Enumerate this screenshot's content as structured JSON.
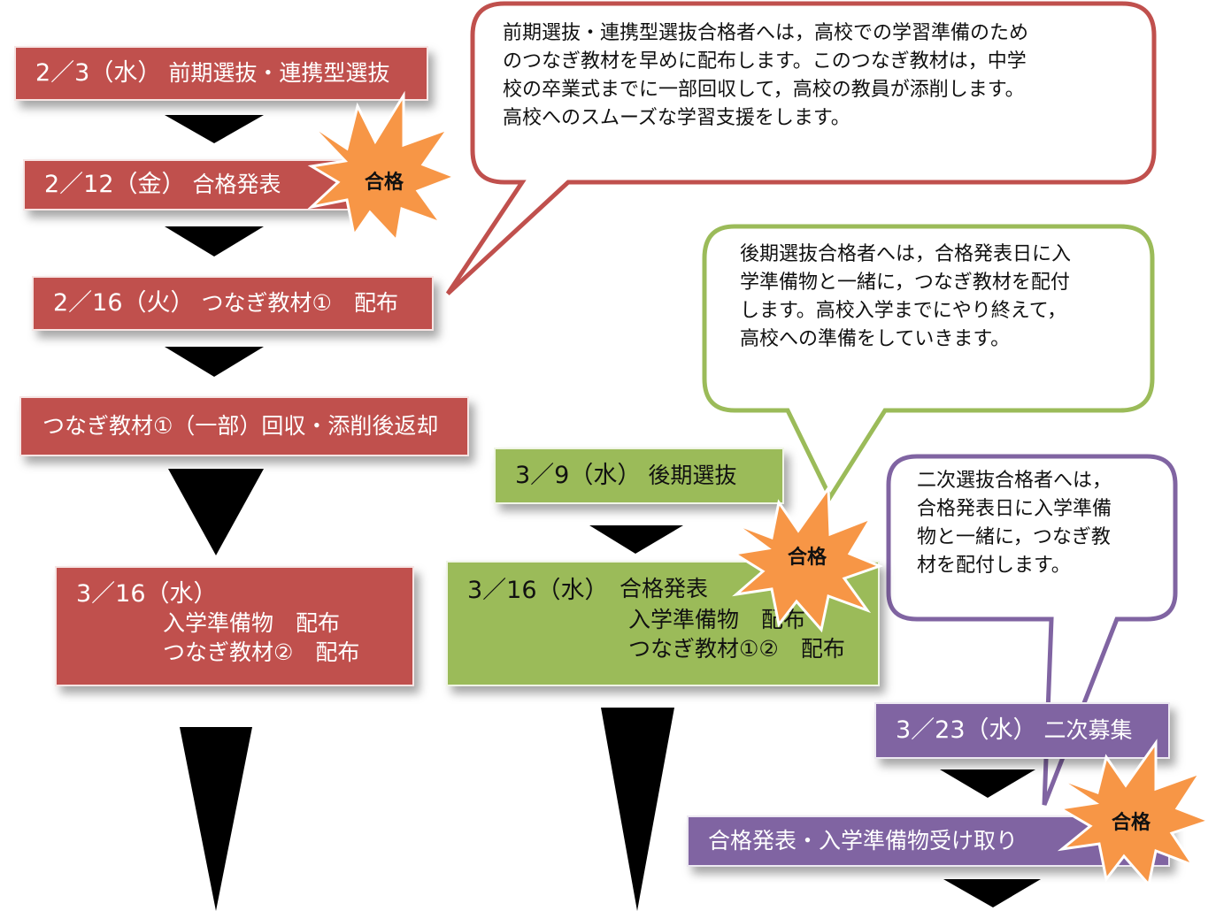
{
  "left_flow": {
    "step1": {
      "date": "2／3（水）",
      "label": "前期選抜・連携型選抜"
    },
    "step2": {
      "date": "2／12（金）",
      "label": "合格発表"
    },
    "step3": {
      "date": "2／16（火）",
      "label": "つなぎ教材①　配布"
    },
    "step4": {
      "label": "つなぎ教材①（一部）回収・添削後返却"
    },
    "step5": {
      "date": "3／16（水）",
      "line1": "入学準備物　配布",
      "line2": "つなぎ教材②　配布"
    }
  },
  "middle_flow": {
    "step1": {
      "date": "3／9（水）",
      "label": "後期選抜"
    },
    "step2": {
      "date": "3／16（水）",
      "line1": "合格発表",
      "line2": "入学準備物　配布",
      "line3": "つなぎ教材①②　配布"
    }
  },
  "right_flow": {
    "step1": {
      "date": "3／23（水）",
      "label": "二次募集"
    },
    "step2": {
      "label": "合格発表・入学準備物受け取り"
    }
  },
  "bursts": {
    "pass_label": "合格"
  },
  "bubbles": {
    "red": "前期選抜・連携型選抜合格者へは，高校での学習準備のため\nのつなぎ教材を早めに配布します。このつなぎ教材は，中学\n校の卒業式までに一部回収して，高校の教員が添削します。\n高校へのスムーズな学習支援をします。",
    "green": "後期選抜合格者へは，合格発表日に入\n学準備物と一緒に，つなぎ教材を配付\nします。高校入学までにやり終えて，\n高校への準備をしていきます。",
    "purple": "二次選抜合格者へは，\n合格発表日に入学準備\n物と一緒に，つなぎ教\n材を配付します。"
  },
  "colors": {
    "red": "#c0504d",
    "green": "#9bbb59",
    "purple": "#8064a2",
    "burst": "#f79646"
  }
}
